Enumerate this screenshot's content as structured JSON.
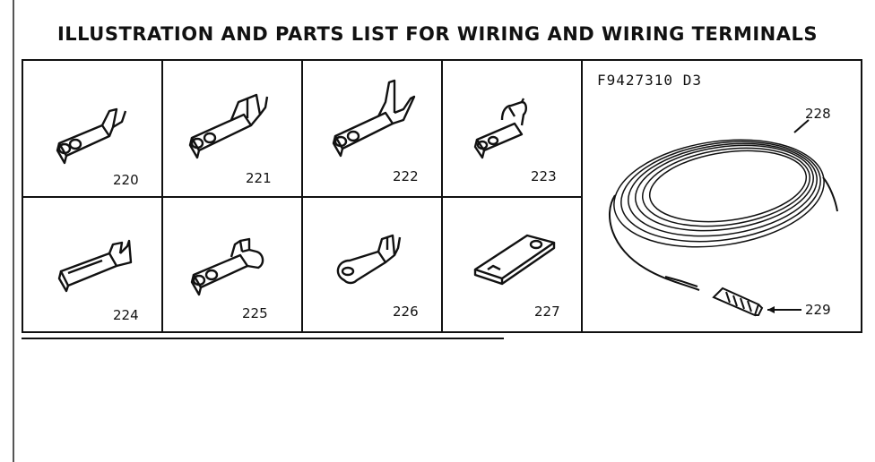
{
  "title": "ILLUSTRATION AND PARTS LIST FOR WIRING AND WIRING TERMINALS",
  "diagram_code": "F9427310 D3",
  "parts": [
    {
      "number": "220",
      "icon": "terminal-icon"
    },
    {
      "number": "221",
      "icon": "terminal-icon"
    },
    {
      "number": "222",
      "icon": "terminal-icon"
    },
    {
      "number": "223",
      "icon": "terminal-icon"
    },
    {
      "number": "224",
      "icon": "terminal-icon"
    },
    {
      "number": "225",
      "icon": "terminal-icon"
    },
    {
      "number": "226",
      "icon": "ring-terminal-icon"
    },
    {
      "number": "227",
      "icon": "tab-terminal-icon"
    }
  ],
  "wire": {
    "number": "228",
    "icon": "wire-coil-icon"
  },
  "connector": {
    "number": "229",
    "icon": "wire-nut-icon"
  }
}
